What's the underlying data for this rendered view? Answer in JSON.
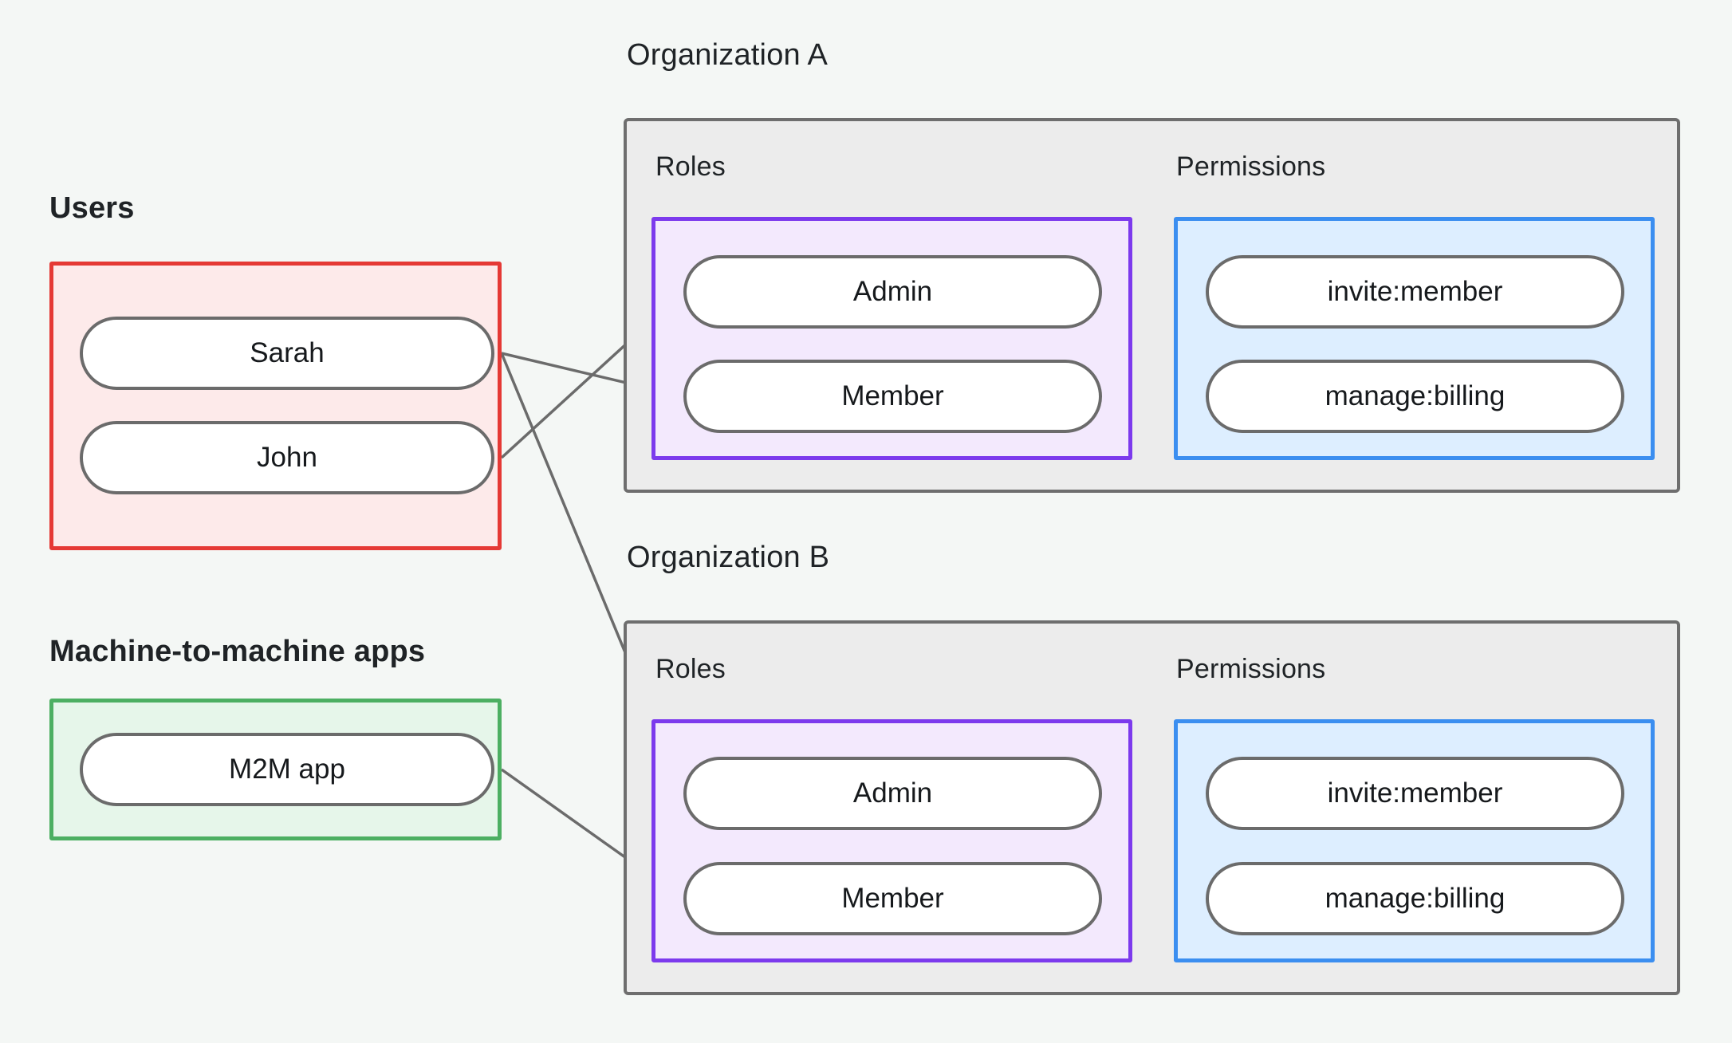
{
  "background_color": "#f4f7f5",
  "groups": {
    "users": {
      "label": "Users",
      "border_color": "#e53935",
      "fill_color": "#fdeaea",
      "nodes": [
        {
          "label": "Sarah"
        },
        {
          "label": "John"
        }
      ]
    },
    "m2m": {
      "label": "Machine-to-machine apps",
      "border_color": "#4caf62",
      "fill_color": "#e6f6ea",
      "nodes": [
        {
          "label": "M2M app"
        }
      ]
    }
  },
  "organizations": [
    {
      "title": "Organization A",
      "roles": {
        "label": "Roles",
        "border_color": "#7c3aed",
        "fill_color": "#f3e9fd",
        "nodes": [
          {
            "label": "Admin"
          },
          {
            "label": "Member"
          }
        ]
      },
      "permissions": {
        "label": "Permissions",
        "border_color": "#3b8ef0",
        "fill_color": "#ddeeff",
        "nodes": [
          {
            "label": "invite:member"
          },
          {
            "label": "manage:billing"
          }
        ]
      }
    },
    {
      "title": "Organization B",
      "roles": {
        "label": "Roles",
        "border_color": "#7c3aed",
        "fill_color": "#f3e9fd",
        "nodes": [
          {
            "label": "Admin"
          },
          {
            "label": "Member"
          }
        ]
      },
      "permissions": {
        "label": "Permissions",
        "border_color": "#3b8ef0",
        "fill_color": "#ddeeff",
        "nodes": [
          {
            "label": "invite:member"
          },
          {
            "label": "manage:billing"
          }
        ]
      }
    }
  ],
  "connections": [
    {
      "from": "Sarah",
      "to": "Organization A / Member"
    },
    {
      "from": "Sarah",
      "to": "Organization B / Admin"
    },
    {
      "from": "John",
      "to": "Organization A / Admin"
    },
    {
      "from": "M2M app",
      "to": "Organization B / Member"
    },
    {
      "from": "Organization A / Admin",
      "to": "Organization A / invite:member"
    },
    {
      "from": "Organization A / Admin",
      "to": "Organization A / manage:billing"
    },
    {
      "from": "Organization A / Member",
      "to": "Organization A / manage:billing"
    },
    {
      "from": "Organization B / Admin",
      "to": "Organization B / invite:member"
    },
    {
      "from": "Organization B / Admin",
      "to": "Organization B / manage:billing"
    },
    {
      "from": "Organization B / Member",
      "to": "Organization B / manage:billing"
    }
  ],
  "edge_color": "#6b6b6b"
}
